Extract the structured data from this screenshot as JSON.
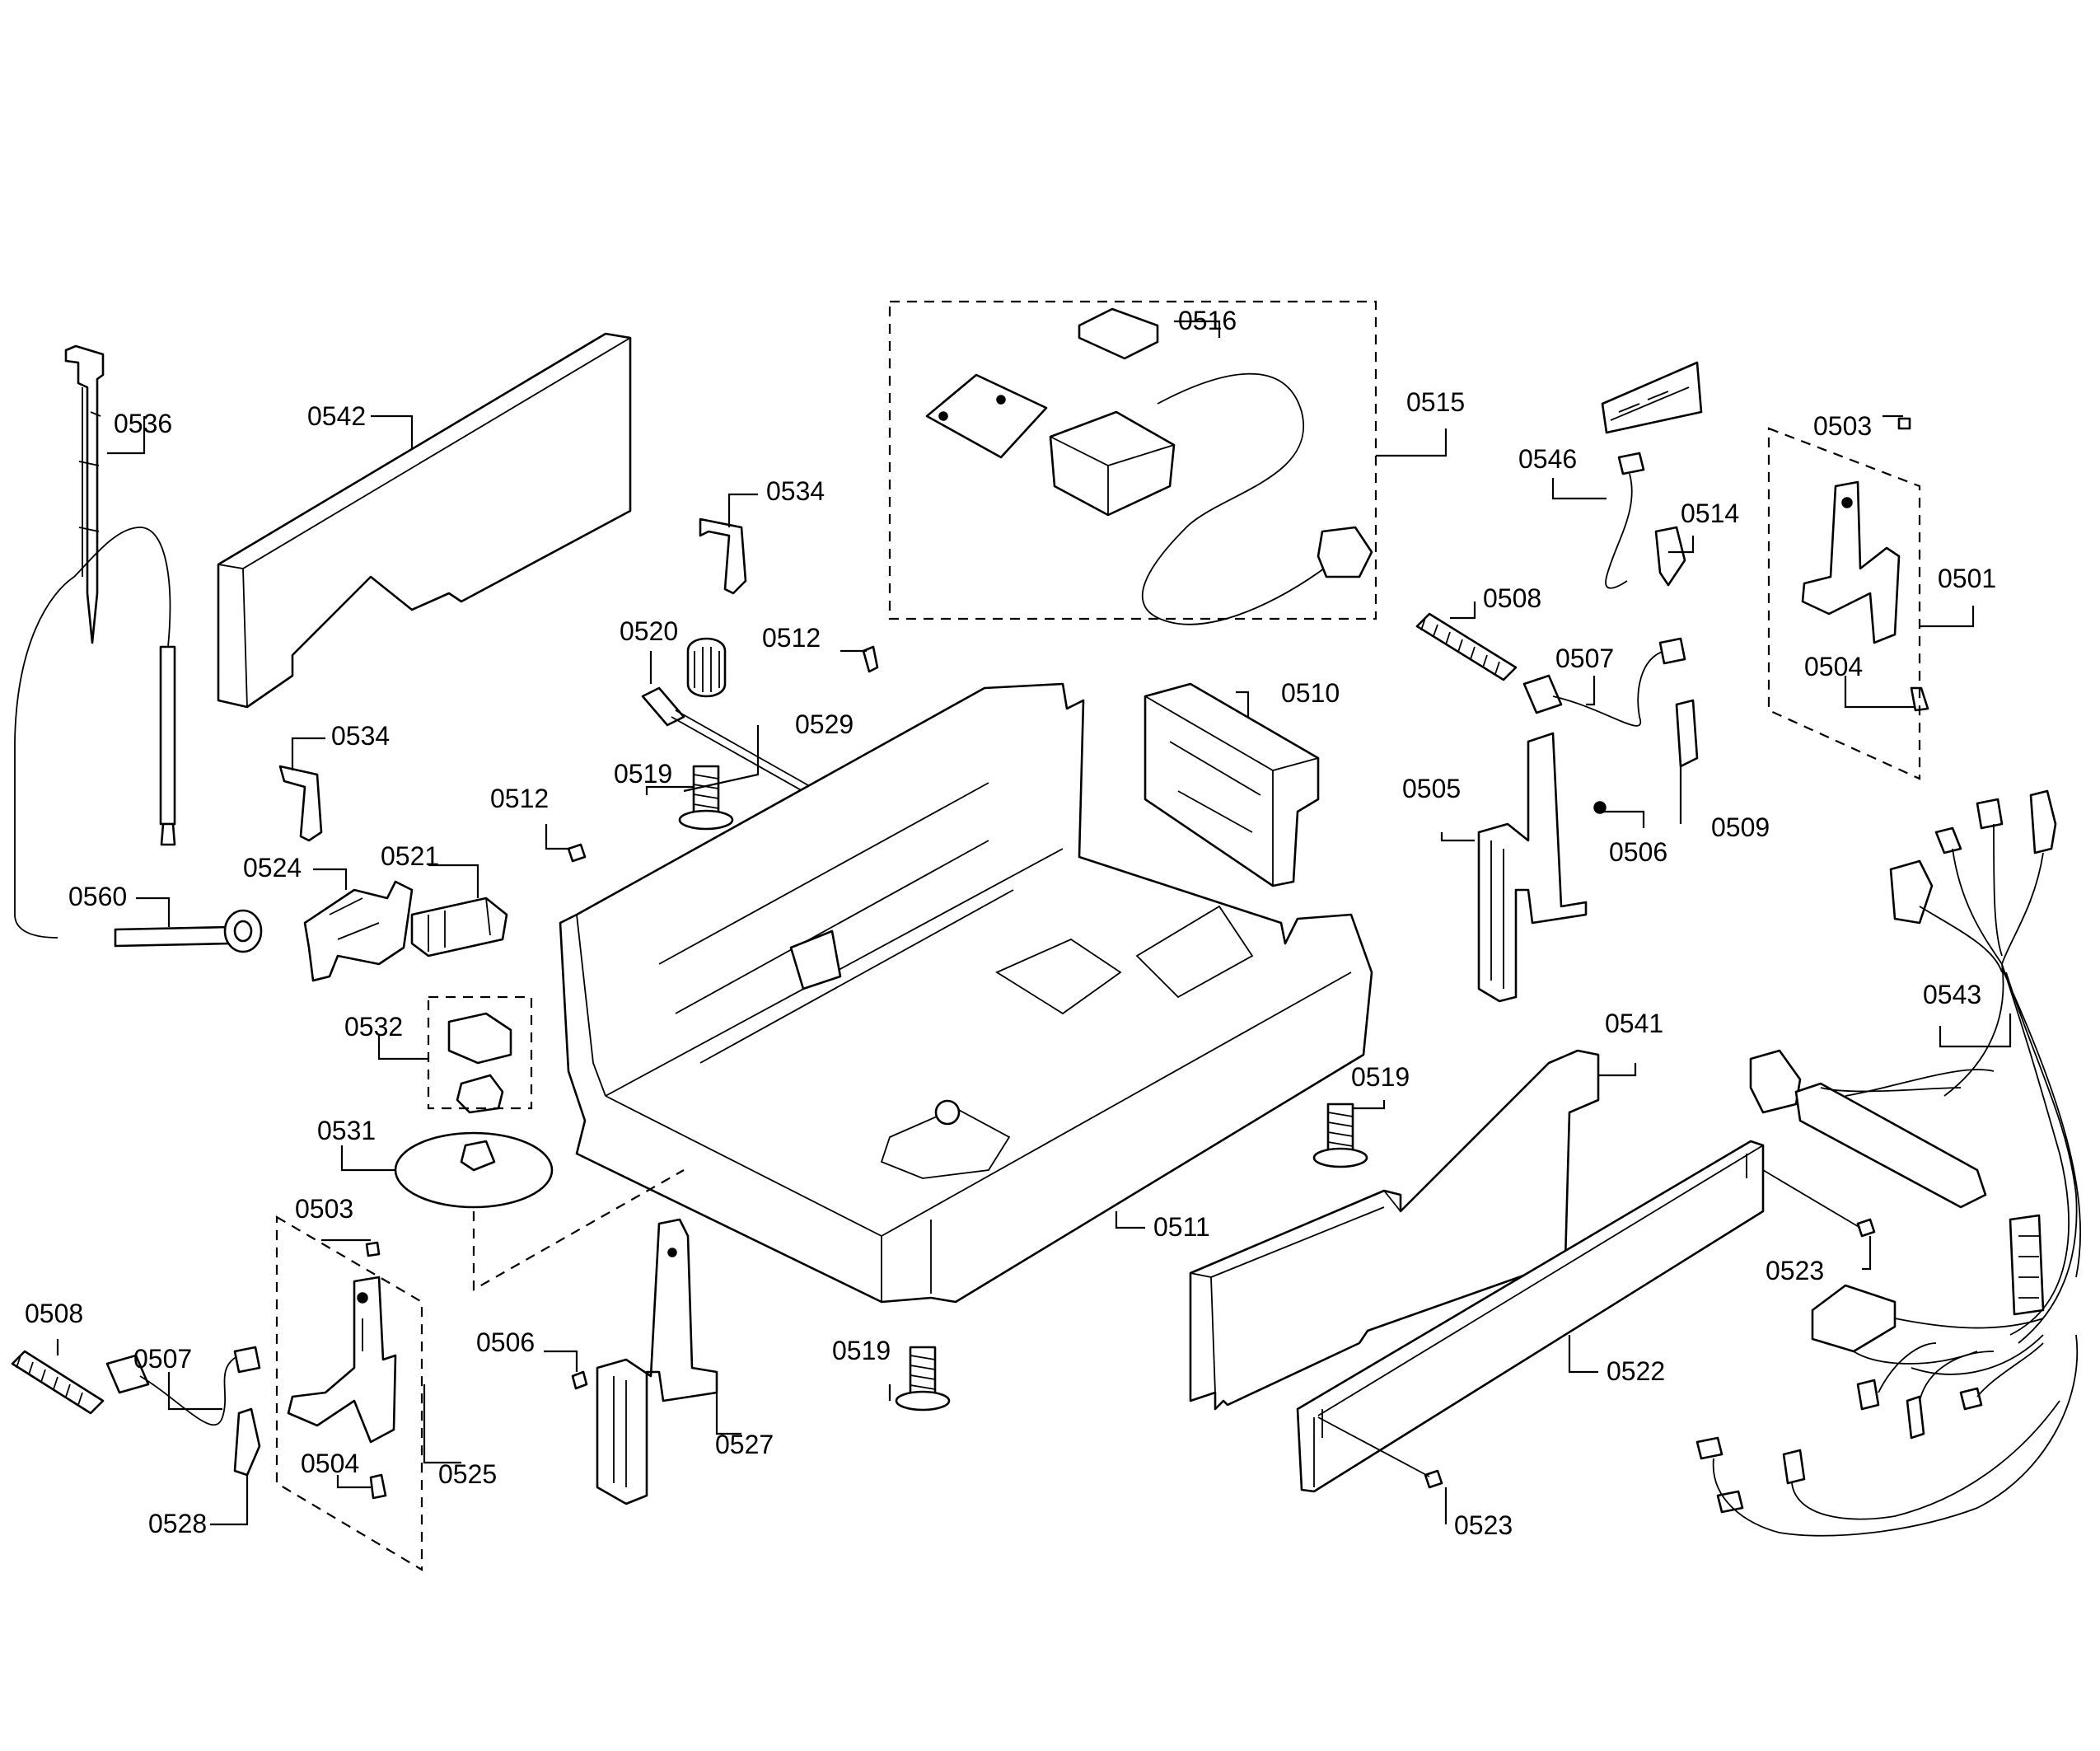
{
  "callouts": [
    {
      "text": "0536"
    },
    {
      "text": "0542"
    },
    {
      "text": "0534"
    },
    {
      "text": "0534"
    },
    {
      "text": "0516"
    },
    {
      "text": "0515"
    },
    {
      "text": "0546"
    },
    {
      "text": "0503"
    },
    {
      "text": "0514"
    },
    {
      "text": "0501"
    },
    {
      "text": "0520"
    },
    {
      "text": "0512"
    },
    {
      "text": "0508"
    },
    {
      "text": "0507"
    },
    {
      "text": "0504"
    },
    {
      "text": "0510"
    },
    {
      "text": "0529"
    },
    {
      "text": "0519"
    },
    {
      "text": "0505"
    },
    {
      "text": "0512"
    },
    {
      "text": "0506"
    },
    {
      "text": "0509"
    },
    {
      "text": "0560"
    },
    {
      "text": "0524"
    },
    {
      "text": "0521"
    },
    {
      "text": "0543"
    },
    {
      "text": "0532"
    },
    {
      "text": "0541"
    },
    {
      "text": "0519"
    },
    {
      "text": "0531"
    },
    {
      "text": "0511"
    },
    {
      "text": "0503"
    },
    {
      "text": "0523"
    },
    {
      "text": "0508"
    },
    {
      "text": "0506"
    },
    {
      "text": "0519"
    },
    {
      "text": "0522"
    },
    {
      "text": "0507"
    },
    {
      "text": "0527"
    },
    {
      "text": "0504"
    },
    {
      "text": "0525"
    },
    {
      "text": "0528"
    },
    {
      "text": "0523"
    }
  ]
}
